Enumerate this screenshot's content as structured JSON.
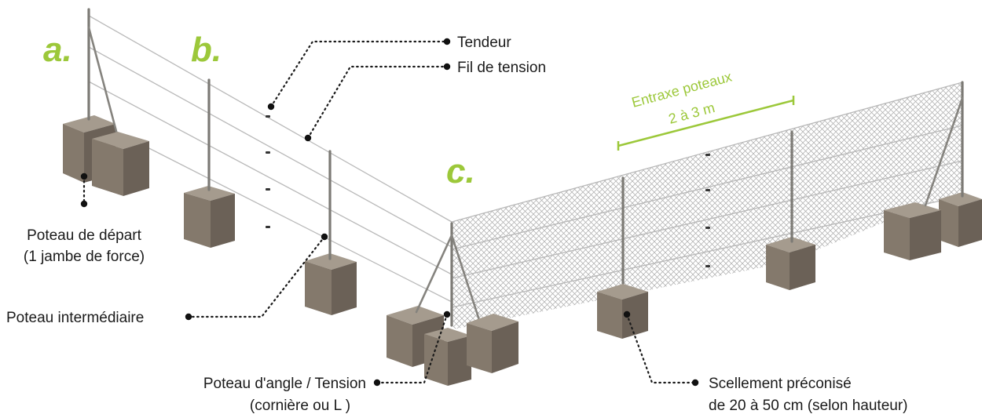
{
  "diagram": {
    "letters": {
      "a": "a.",
      "b": "b.",
      "c": "c."
    },
    "labels": {
      "tendeur": "Tendeur",
      "fil_tension": "Fil de tension",
      "poteau_depart_line1": "Poteau de départ",
      "poteau_depart_line2": "(1 jambe de force)",
      "poteau_intermediaire": "Poteau intermédiaire",
      "poteau_angle_line1": "Poteau d'angle / Tension",
      "poteau_angle_line2": "(cornière ou L )",
      "scellement_line1": "Scellement préconisé",
      "scellement_line2": "de 20 à 50 cm (selon hauteur)"
    },
    "spacing": {
      "line1": "Entraxe poteaux",
      "line2": "2 à 3 m"
    },
    "colors": {
      "accent_green": "#9cc83a",
      "concrete_front": "#84796c",
      "concrete_side": "#6b6157",
      "concrete_top": "#a59b8e",
      "post": "#7c7a75",
      "wire": "#b9b9b9",
      "mesh": "#9a9a9a"
    }
  }
}
